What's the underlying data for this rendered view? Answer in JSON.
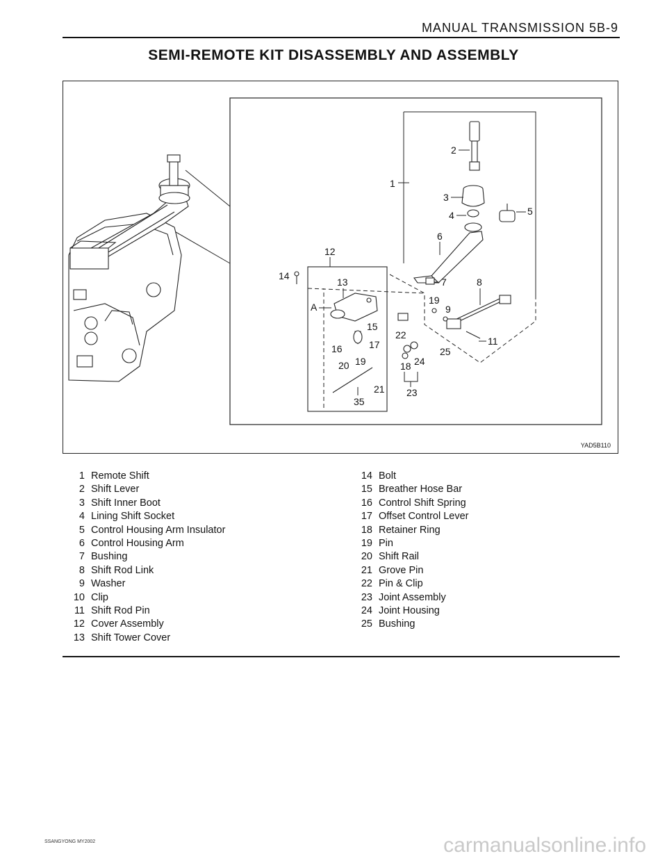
{
  "header": {
    "section_title": "MANUAL TRANSMISSION  5B-9"
  },
  "page_title": "SEMI-REMOTE KIT DISASSEMBLY AND ASSEMBLY",
  "figure": {
    "code": "YAD5B110",
    "callouts": [
      "1",
      "2",
      "3",
      "4",
      "5",
      "6",
      "7",
      "8",
      "9",
      "11",
      "12",
      "13",
      "14",
      "15",
      "16",
      "17",
      "18",
      "19",
      "19",
      "20",
      "21",
      "22",
      "23",
      "24",
      "25",
      "35",
      "A"
    ]
  },
  "legend_left": [
    {
      "num": "1",
      "label": "Remote Shift"
    },
    {
      "num": "2",
      "label": "Shift Lever"
    },
    {
      "num": "3",
      "label": "Shift Inner Boot"
    },
    {
      "num": "4",
      "label": "Lining Shift Socket"
    },
    {
      "num": "5",
      "label": "Control Housing Arm Insulator"
    },
    {
      "num": "6",
      "label": "Control Housing Arm"
    },
    {
      "num": "7",
      "label": "Bushing"
    },
    {
      "num": "8",
      "label": "Shift Rod Link"
    },
    {
      "num": "9",
      "label": "Washer"
    },
    {
      "num": "10",
      "label": "Clip"
    },
    {
      "num": "11",
      "label": "Shift Rod Pin"
    },
    {
      "num": "12",
      "label": "Cover Assembly"
    },
    {
      "num": "13",
      "label": "Shift Tower Cover"
    }
  ],
  "legend_right": [
    {
      "num": "14",
      "label": "Bolt"
    },
    {
      "num": "15",
      "label": "Breather Hose Bar"
    },
    {
      "num": "16",
      "label": "Control Shift Spring"
    },
    {
      "num": "17",
      "label": "Offset Control Lever"
    },
    {
      "num": "18",
      "label": "Retainer Ring"
    },
    {
      "num": "19",
      "label": "Pin"
    },
    {
      "num": "20",
      "label": "Shift Rail"
    },
    {
      "num": "21",
      "label": "Grove Pin"
    },
    {
      "num": "22",
      "label": "Pin & Clip"
    },
    {
      "num": "23",
      "label": "Joint  Assembly"
    },
    {
      "num": "24",
      "label": "Joint Housing"
    },
    {
      "num": "25",
      "label": "Bushing"
    }
  ],
  "footer": {
    "text": "SSANGYONG MY2002"
  },
  "watermark": "carmanualsonline.info"
}
